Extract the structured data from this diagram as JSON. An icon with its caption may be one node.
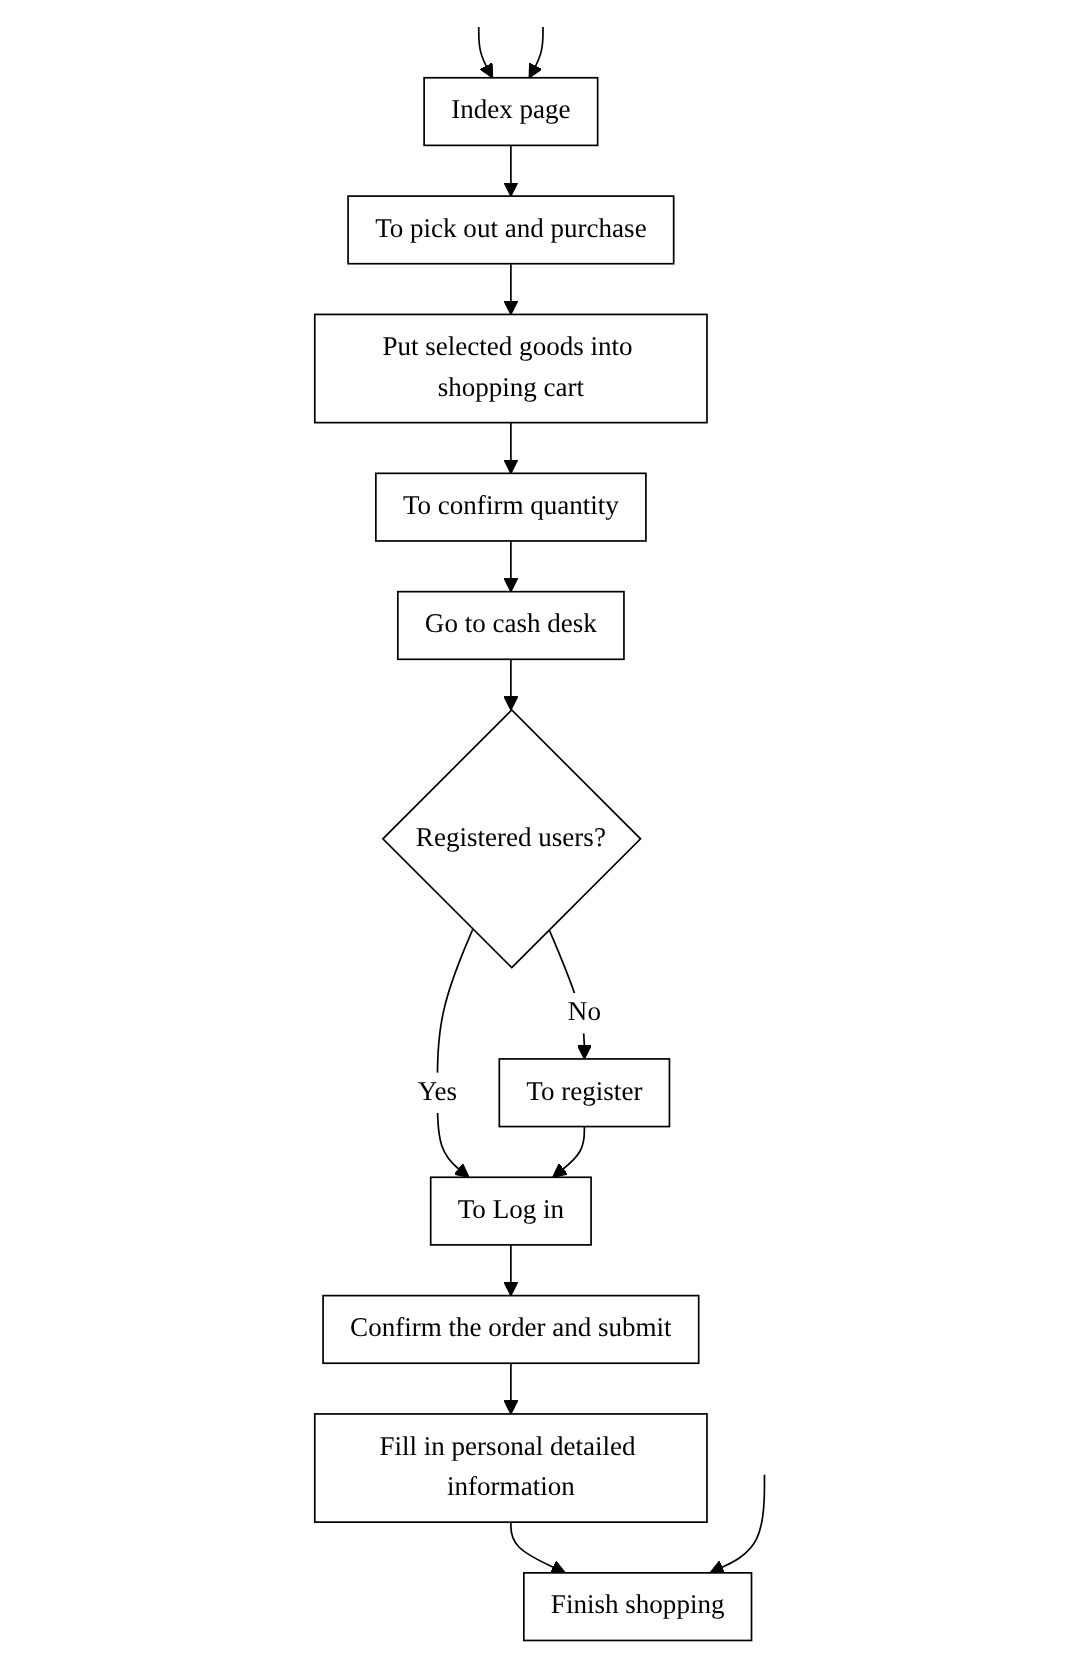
{
  "diagram": {
    "nodes": [
      {
        "text": [
          "Index page"
        ]
      },
      {
        "text": [
          "To pick out and purchase"
        ]
      },
      {
        "text": [
          "Put selected goods into shopping cart"
        ]
      },
      {
        "text": [
          "To confirm quantity"
        ]
      },
      {
        "text": [
          "Go to cash desk"
        ]
      },
      {
        "text": [
          "Registered users?"
        ]
      },
      {
        "text": [
          "To register"
        ]
      },
      {
        "text": [
          "To Log in"
        ]
      },
      {
        "text": [
          "Confirm the order and submit"
        ]
      },
      {
        "text": [
          "Fill in personal detailed information"
        ]
      },
      {
        "text": [
          "Finish shopping"
        ]
      }
    ],
    "edges": [
      {
        "from": null,
        "to": 0,
        "arrow": "to"
      },
      {
        "from": null,
        "to": 0,
        "arrow": "to"
      },
      {
        "from": 0,
        "to": 1,
        "arrow": "to"
      },
      {
        "from": 1,
        "to": 2,
        "arrow": "to"
      },
      {
        "from": 2,
        "to": 3,
        "arrow": "to"
      },
      {
        "from": 3,
        "to": 4,
        "arrow": "to"
      },
      {
        "from": 4,
        "to": 5,
        "arrow": "to"
      },
      {
        "from": 5,
        "to": 6,
        "label": "No",
        "arrow": "to"
      },
      {
        "from": 5,
        "to": 7,
        "label": "Yes",
        "arrow": "to"
      },
      {
        "from": 6,
        "to": 7,
        "arrow": "to"
      },
      {
        "from": 7,
        "to": 8,
        "arrow": "to"
      },
      {
        "from": 8,
        "to": 9,
        "arrow": "to"
      },
      {
        "from": 9,
        "to": 10,
        "arrow": "to"
      },
      {
        "from": null,
        "to": 10,
        "arrow": "to"
      }
    ]
  }
}
